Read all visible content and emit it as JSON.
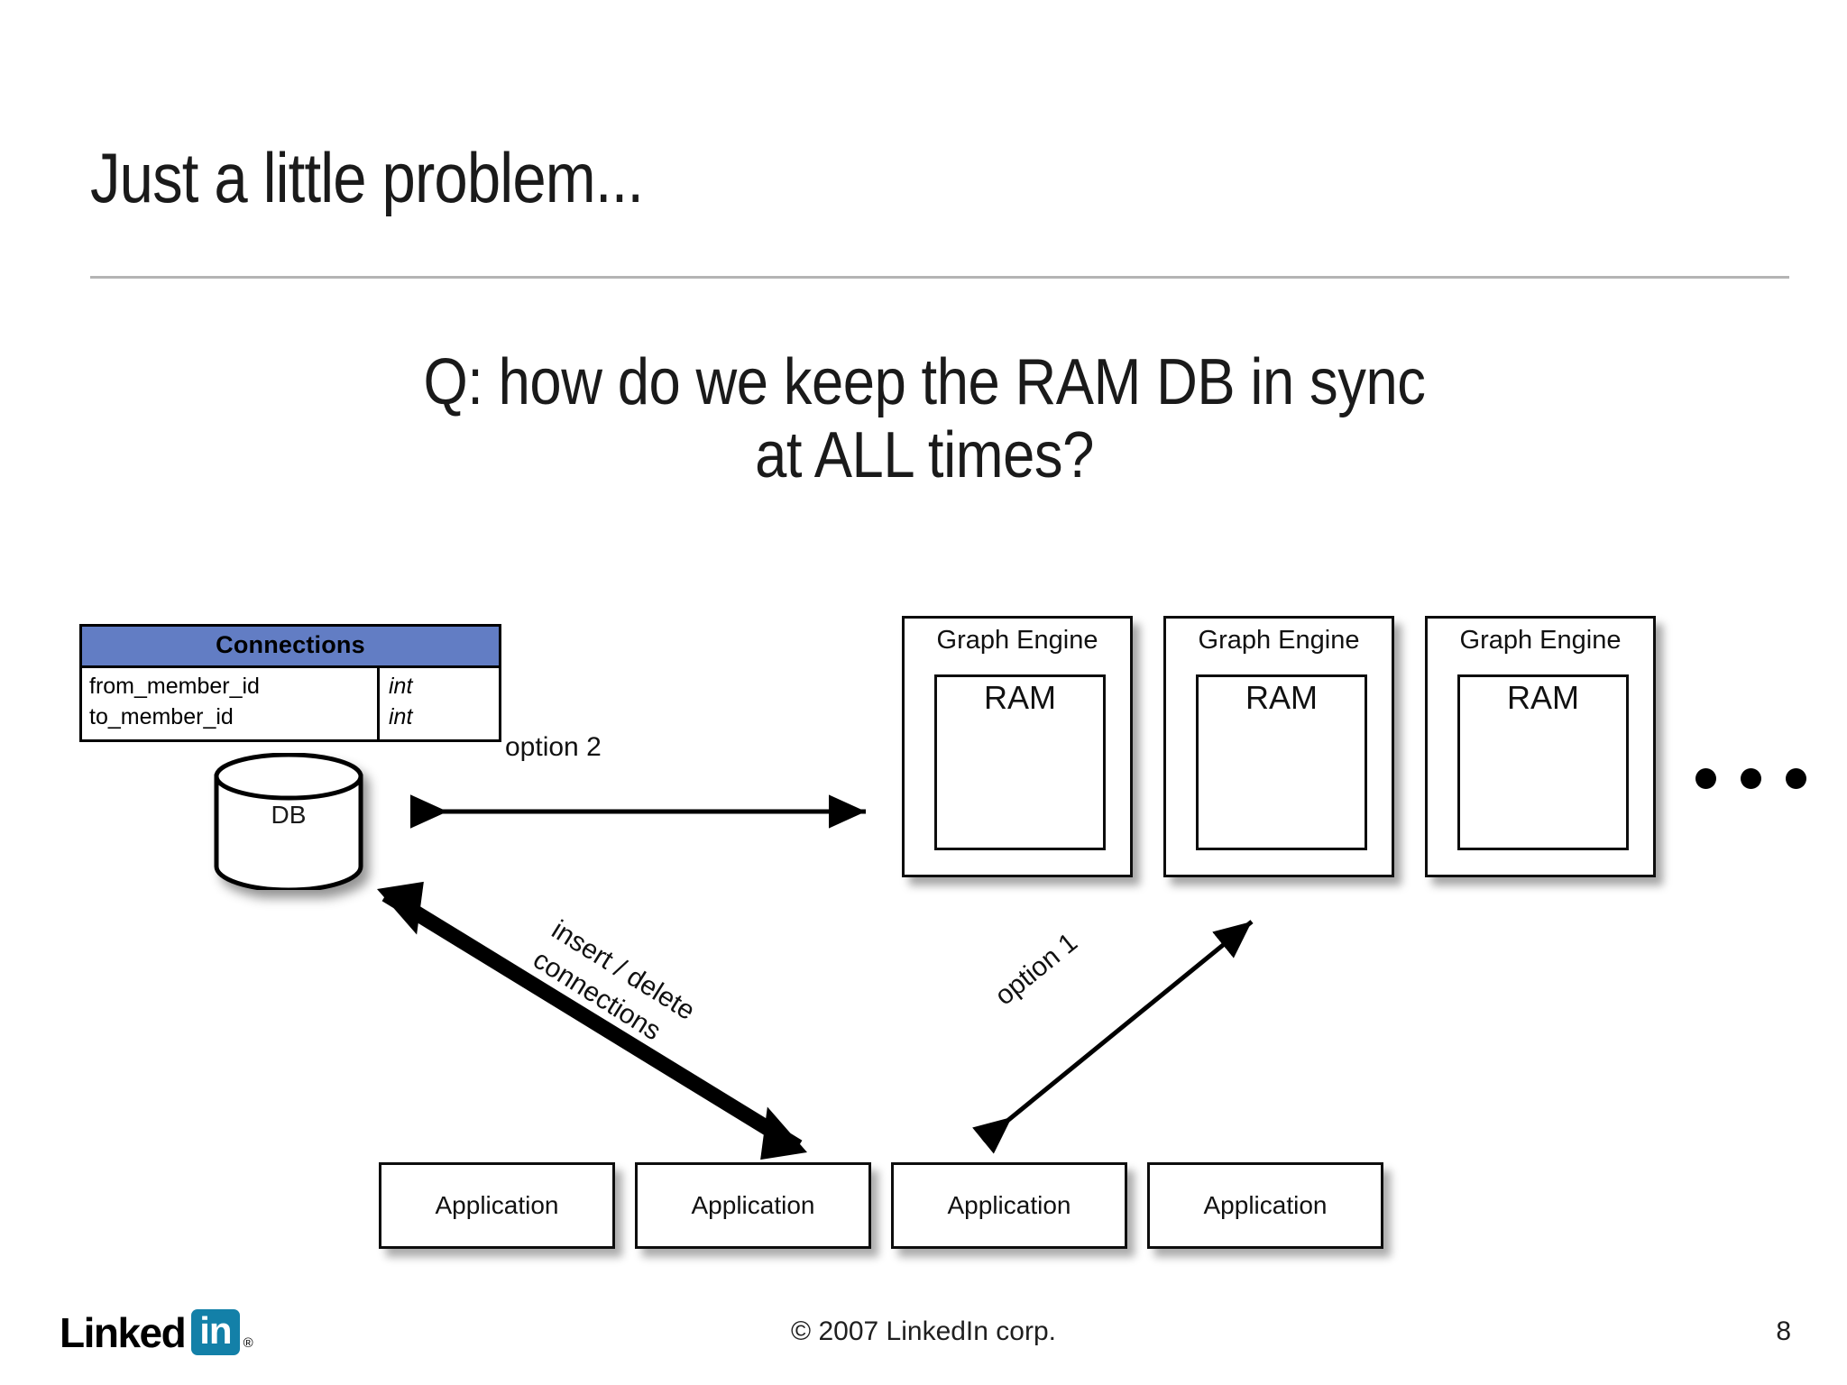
{
  "slide": {
    "title": "Just a little problem...",
    "question_lines": [
      "Q: how do we keep the RAM DB in sync",
      "at ALL times?"
    ]
  },
  "connections_table": {
    "header": "Connections",
    "columns": [
      "field",
      "type"
    ],
    "rows": [
      {
        "field": "from_member_id",
        "type": "int"
      },
      {
        "field": "to_member_id",
        "type": "int"
      }
    ],
    "header_color": "#627dc4"
  },
  "database": {
    "label": "DB"
  },
  "graph_engines": [
    {
      "title": "Graph Engine",
      "ram_label": "RAM"
    },
    {
      "title": "Graph Engine",
      "ram_label": "RAM"
    },
    {
      "title": "Graph Engine",
      "ram_label": "RAM"
    }
  ],
  "ellipsis": {
    "dots": 3
  },
  "applications": [
    {
      "label": "Application"
    },
    {
      "label": "Application"
    },
    {
      "label": "Application"
    },
    {
      "label": "Application"
    }
  ],
  "arrow_labels": {
    "option2": "option 2",
    "option1": "option 1",
    "insert_delete_line1": "insert / delete",
    "insert_delete_line2": "connections"
  },
  "footer": {
    "logo_word": "Linked",
    "logo_badge": "in",
    "logo_registered": "®",
    "copyright": "© 2007 LinkedIn corp.",
    "page_number": "8",
    "brand_color": "#1380a8"
  }
}
